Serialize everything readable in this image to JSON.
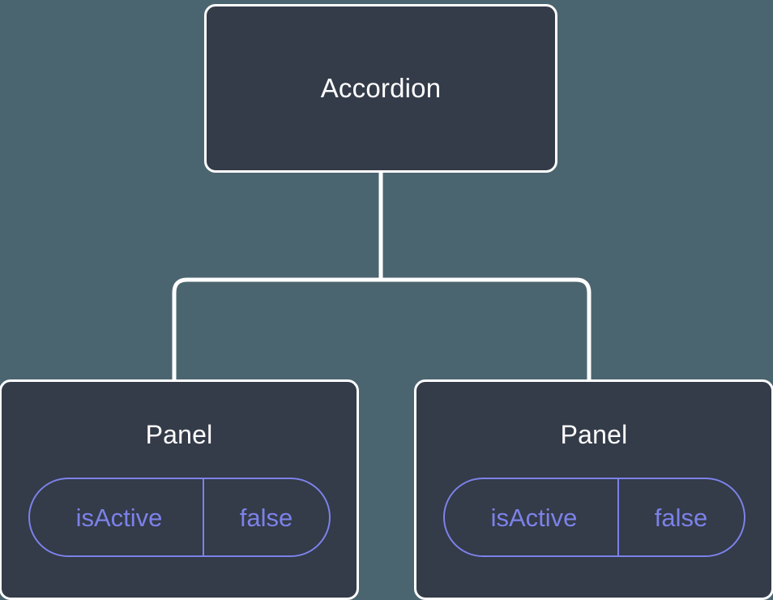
{
  "canvas": {
    "background_color": "#4b6570",
    "node_fill_color": "#343b49",
    "node_border_color": "#ffffff",
    "edge_color": "#ffffff",
    "accent_color": "#7c82e8",
    "title_text_color": "#ffffff"
  },
  "tree": {
    "root": {
      "title": "Accordion"
    },
    "children": [
      {
        "title": "Panel",
        "prop": {
          "key": "isActive",
          "value": "false"
        }
      },
      {
        "title": "Panel",
        "prop": {
          "key": "isActive",
          "value": "false"
        }
      }
    ]
  }
}
